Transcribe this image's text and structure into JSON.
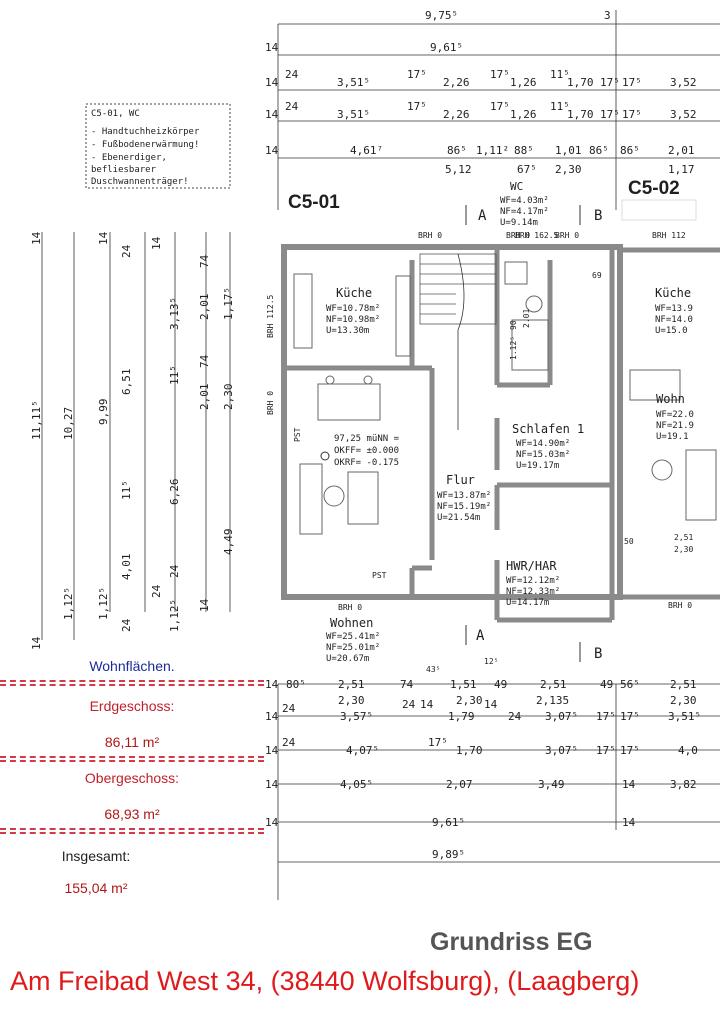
{
  "unit_labels": {
    "c5_01": "C5-01",
    "c5_02": "C5-02"
  },
  "note": {
    "title": "C5-01, WC",
    "lines": [
      "- Handtuchheizkörper",
      "- Fußbodenerwärmung!",
      "- Ebenerdiger,",
      "  befliesbarer",
      "  Duschwannenträger!"
    ]
  },
  "top_dims": {
    "row1": [
      "9,75⁵",
      "3"
    ],
    "row2": [
      "9,61⁵"
    ],
    "row3": [
      "24",
      "3,51⁵",
      "17⁵",
      "2,26",
      "17⁵",
      "1,26",
      "11⁵",
      "1,70",
      "17⁵",
      "17⁵",
      "3,52"
    ],
    "row4": [
      "24",
      "3,51⁵",
      "17⁵",
      "2,26",
      "17⁵",
      "1,26",
      "11⁵",
      "1,70",
      "17⁵",
      "17⁵",
      "3,52"
    ],
    "row5": [
      "4,61⁷",
      "86⁵",
      "1,11²",
      "88⁵",
      "1,01",
      "86⁵",
      "86⁵",
      "2,01"
    ],
    "row6": [
      "5,12",
      "67⁵",
      "2,30",
      "1,17"
    ],
    "row_labels": [
      "14",
      "14",
      "14",
      "14",
      "14"
    ]
  },
  "left_dims": [
    "11,11⁵",
    "10,27",
    "9,99",
    "11⁵",
    "6,51",
    "6,26",
    "4,01",
    "3,13⁵",
    "4,49",
    "2,30",
    "2,01",
    "1,17⁵",
    "2,01",
    "11⁵",
    "74",
    "74",
    "24",
    "24",
    "14",
    "14",
    "14",
    "14",
    "1,12⁵",
    "1,12⁵",
    "1,12⁵",
    "24",
    "24",
    "14"
  ],
  "rooms": [
    {
      "name": "Küche",
      "wf": "WF=10.78m²",
      "nf": "NF=10.98m²",
      "u": "U=13.30m"
    },
    {
      "name": "WC",
      "wf": "WF=4.03m²",
      "nf": "NF=4.17m²",
      "u": "U=9.14m"
    },
    {
      "name": "Schlafen 1",
      "wf": "WF=14.90m²",
      "nf": "NF=15.03m²",
      "u": "U=19.17m"
    },
    {
      "name": "Flur",
      "wf": "WF=13.87m²",
      "nf": "NF=15.19m²",
      "u": "U=21.54m"
    },
    {
      "name": "HWR/HAR",
      "wf": "WF=12.12m²",
      "nf": "NF=12.33m²",
      "u": "U=14.17m"
    },
    {
      "name": "Wohnen",
      "wf": "WF=25.41m²",
      "nf": "NF=25.01m²",
      "u": "U=20.67m"
    }
  ],
  "neighbor": {
    "kitchen": "Küche",
    "kitchen_wf": "WF=13.9",
    "kitchen_nf": "NF=14.0",
    "kitchen_u": "U=15.0",
    "living": "Wohn",
    "living_wf": "WF=22.0",
    "living_nf": "NF=21.9",
    "living_u": "U=19.1"
  },
  "level": {
    "nn": "97,25 müNN =",
    "okff": "OKFF= ±0.000",
    "okrf": "OKRF= -0.175"
  },
  "brh": [
    "BRH 0",
    "BRH 0",
    "BRH 162.5",
    "BRH 0",
    "BRH 112",
    "BRH 112.5",
    "BRH 0",
    "BRH 0",
    "BRH 0"
  ],
  "section_marks": [
    "A",
    "B",
    "A",
    "B"
  ],
  "small_marks": [
    "PST",
    "PST",
    "69",
    "90",
    "2.01",
    "1.12⁵",
    "50",
    "2,51",
    "2,30",
    "43⁵",
    "12⁵"
  ],
  "bottom_dims": {
    "row1": [
      "80⁵",
      "2,51",
      "74",
      "1,51",
      "49",
      "2,51",
      "49",
      "56⁵",
      "2,51"
    ],
    "row2": [
      "2,30",
      "24",
      "14",
      "2,30",
      "14",
      "2,135",
      "2,30"
    ],
    "row3": [
      "24",
      "3,57⁵",
      "1,79",
      "24",
      "3,07⁵",
      "17⁵",
      "17⁵",
      "3,51⁵"
    ],
    "row4": [
      "24",
      "4,07⁵",
      "17⁵",
      "1,70",
      "3,07⁵",
      "17⁵",
      "17⁵",
      "4,0"
    ],
    "row5": [
      "4,05⁵",
      "2,07",
      "3,49",
      "14",
      "3,82"
    ],
    "row6": [
      "9,61⁵",
      "14"
    ],
    "row7": [
      "9,89⁵"
    ],
    "row_labels": [
      "14",
      "14",
      "14",
      "14",
      "14"
    ]
  },
  "areas": {
    "heading": "Wohnflächen.",
    "eg_label": "Erdgeschoss:",
    "eg_value": "86,11 m²",
    "og_label": "Obergeschoss:",
    "og_value": "68,93 m²",
    "total_label": "Insgesamt:",
    "total_value": "155,04 m²"
  },
  "plan_title": "Grundriss EG",
  "address": "Am Freibad West 34, (38440 Wolfsburg), (Laagberg)",
  "colors": {
    "heading_blue": "#1a2a9a",
    "label_red": "#c0202a",
    "value_red": "#b01818",
    "address_red": "#e01a1a",
    "rule_red": "#d43a4a",
    "wall_gray": "#8a8a8a"
  }
}
